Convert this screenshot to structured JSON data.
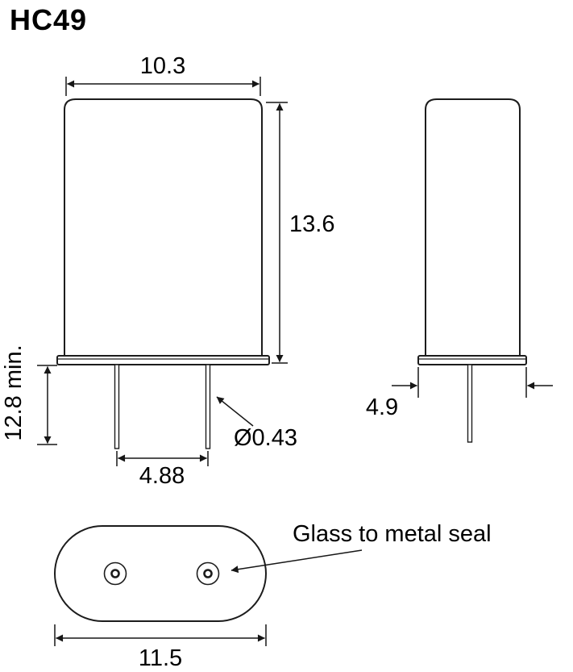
{
  "title": "HC49",
  "colors": {
    "line": "#1c1c1c",
    "text": "#000000",
    "background": "#ffffff"
  },
  "front_view": {
    "width_dim": "10.3",
    "height_dim": "13.6",
    "lead_length_dim": "12.8 min.",
    "lead_spacing_dim": "4.88",
    "lead_diameter_dim": "Ø0.43"
  },
  "side_view": {
    "width_dim": "4.9"
  },
  "bottom_view": {
    "width_dim": "11.5",
    "seal_label": "Glass to metal seal"
  }
}
